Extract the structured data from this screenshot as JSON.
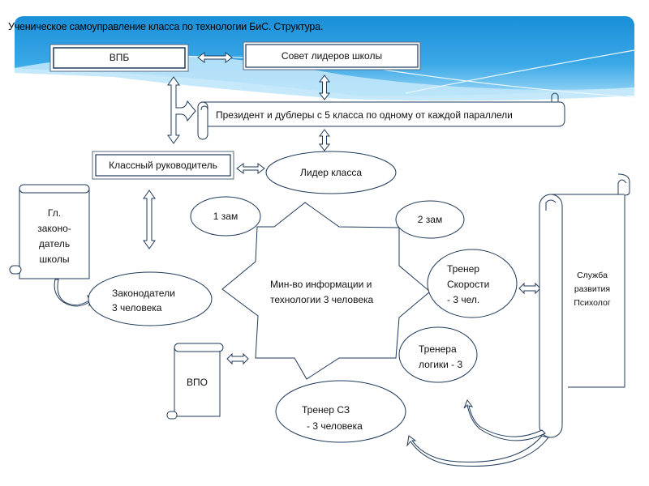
{
  "slide": {
    "title": "Ученическое самоуправление класса по технологии БиС. Структура.",
    "colors": {
      "header_blue": "#1a93dc",
      "header_light": "#8fd0f4",
      "stroke": "#1f3a5a"
    }
  },
  "nodes": {
    "vpb": "ВПБ",
    "school_leaders_council": "Совет лидеров школы",
    "president": "Президент и дублеры с 5 класса по одному от каждой параллели",
    "class_teacher": "Классный руководитель",
    "class_leader": "Лидер класса",
    "chief_legislator": [
      "Гл.",
      "законо-",
      "датель",
      "школы"
    ],
    "deputy_1": "1 зам",
    "deputy_2": "2 зам",
    "legislators": [
      "Законодатели",
      "3 человека"
    ],
    "ministry": [
      "Мин-во информации и",
      "технологии 3 человека"
    ],
    "speed_trainer": [
      "Тренер",
      "Скорости",
      "- 3 чел."
    ],
    "logic_trainer": [
      "Тренера",
      "логики - 3"
    ],
    "development_service": [
      "Служба",
      "развития",
      "Психолог"
    ],
    "vpo": "ВПО",
    "sz_trainer": [
      "Тренер СЗ",
      "- 3 человека"
    ]
  }
}
